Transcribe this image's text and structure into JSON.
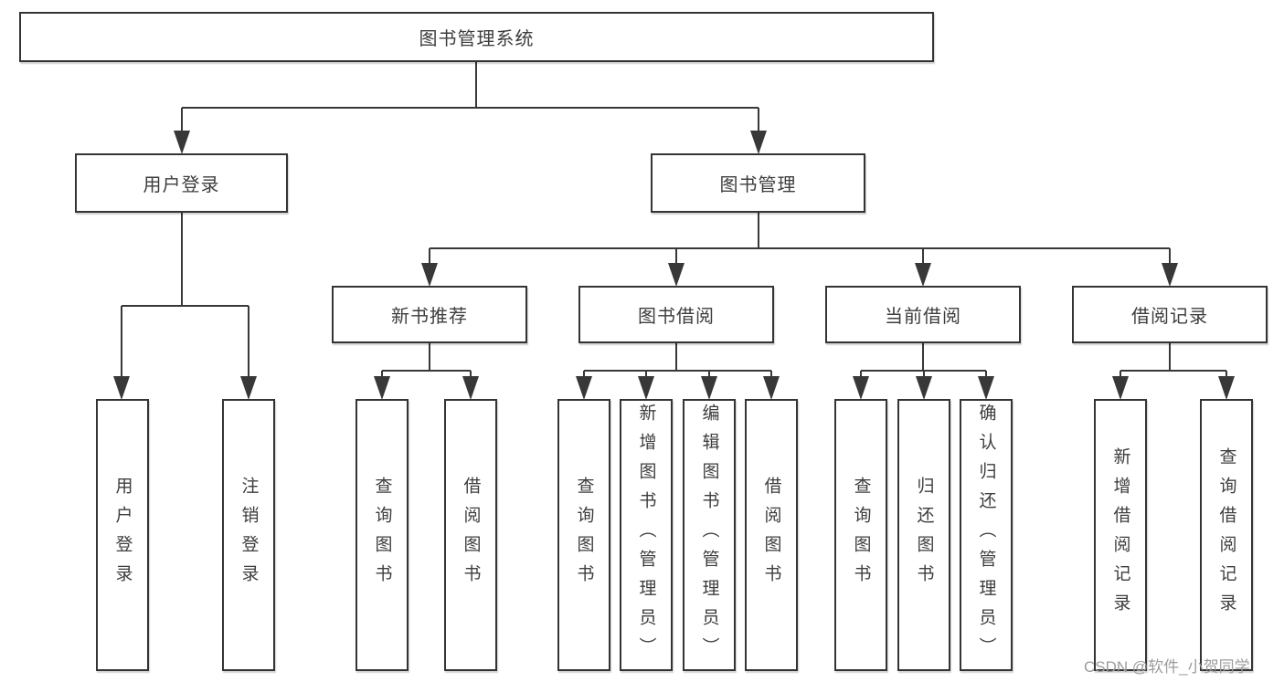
{
  "diagram": {
    "title": "图书管理系统",
    "colors": {
      "line": "#383838",
      "border": "#343434",
      "text": "#3d3d3d",
      "background": "#ffffff",
      "watermark_text_color": "#9c9c9c"
    },
    "nodes": {
      "root": "图书管理系统",
      "userLogin": "用户登录",
      "bookManagement": "图书管理",
      "newBookRecommend": "新书推荐",
      "bookBorrowing": "图书借阅",
      "currentBorrowing": "当前借阅",
      "borrowingRecords": "借阅记录",
      "leafUserLogin": "用户登录",
      "leafLogout": "注销登录",
      "leafNbrQueryBooks": "查询图书",
      "leafNbrBorrowBooks": "借阅图书",
      "leafBbQueryBooks": "查询图书",
      "leafBbAddBooks": "新增图书（管理员）",
      "leafBbEditBooks": "编辑图书（管理员）",
      "leafBbBorrowBooks": "借阅图书",
      "leafCbQueryBooks": "查询图书",
      "leafCbReturnBooks": "归还图书",
      "leafCbConfirmReturn": "确认归还（管理员）",
      "leafBrAddRecord": "新增借阅记录",
      "leafBrQueryRecord": "查询借阅记录"
    },
    "edges": [
      [
        "图书管理系统",
        "用户登录"
      ],
      [
        "图书管理系统",
        "图书管理"
      ],
      [
        "用户登录",
        "用户登录"
      ],
      [
        "用户登录",
        "注销登录"
      ],
      [
        "图书管理",
        "新书推荐"
      ],
      [
        "图书管理",
        "图书借阅"
      ],
      [
        "图书管理",
        "当前借阅"
      ],
      [
        "图书管理",
        "借阅记录"
      ],
      [
        "新书推荐",
        "查询图书"
      ],
      [
        "新书推荐",
        "借阅图书"
      ],
      [
        "图书借阅",
        "查询图书"
      ],
      [
        "图书借阅",
        "新增图书（管理员）"
      ],
      [
        "图书借阅",
        "编辑图书（管理员）"
      ],
      [
        "图书借阅",
        "借阅图书"
      ],
      [
        "当前借阅",
        "查询图书"
      ],
      [
        "当前借阅",
        "归还图书"
      ],
      [
        "当前借阅",
        "确认归还（管理员）"
      ],
      [
        "借阅记录",
        "新增借阅记录"
      ],
      [
        "借阅记录",
        "查询借阅记录"
      ]
    ],
    "watermark": "CSDN @软件_小贺同学"
  }
}
